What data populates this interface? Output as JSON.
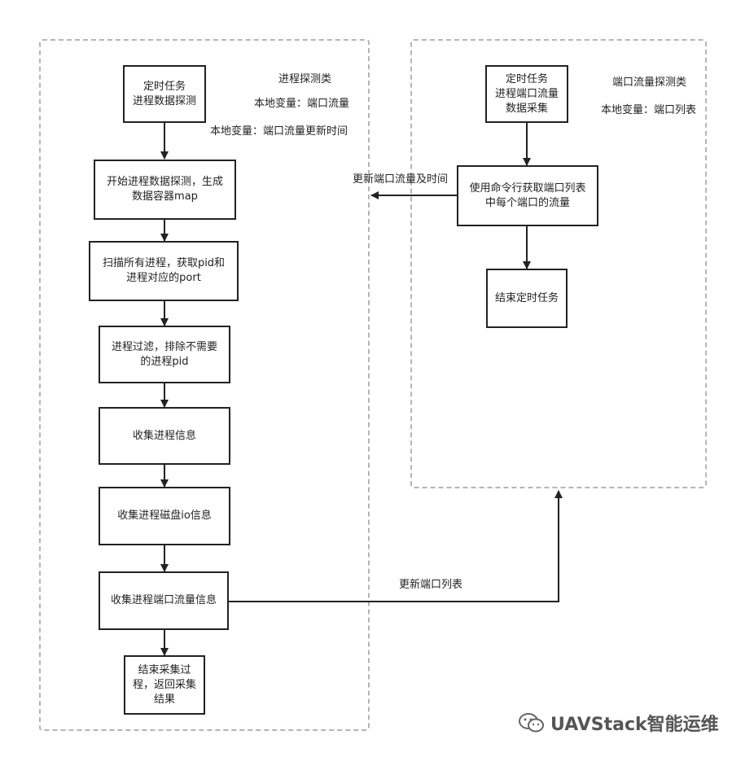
{
  "left_group": {
    "title": "进程探测类",
    "var1": "本地变量：端口流量",
    "var2": "本地变量：端口流量更新时间",
    "nodes": [
      "定时任务\n进程数据探测",
      "开始进程数据探测，生成\n数据容器map",
      "扫描所有进程，获取pid和\n进程对应的port",
      "进程过滤，排除不需要\n的进程pid",
      "收集进程信息",
      "收集进程磁盘io信息",
      "收集进程端口流量信息",
      "结束采集过\n程，返回采集\n结果"
    ]
  },
  "right_group": {
    "title": "端口流量探测类",
    "var1": "本地变量：端口列表",
    "nodes": [
      "定时任务\n进程端口流量\n数据采集",
      "使用命令行获取端口列表\n中每个端口的流量",
      "结束定时任务"
    ]
  },
  "edge_labels": {
    "update_traffic": "更新端口流量及时间",
    "update_ports": "更新端口列表"
  },
  "watermark": {
    "text": "UAVStack智能运维",
    "icon": "wechat-icon"
  }
}
